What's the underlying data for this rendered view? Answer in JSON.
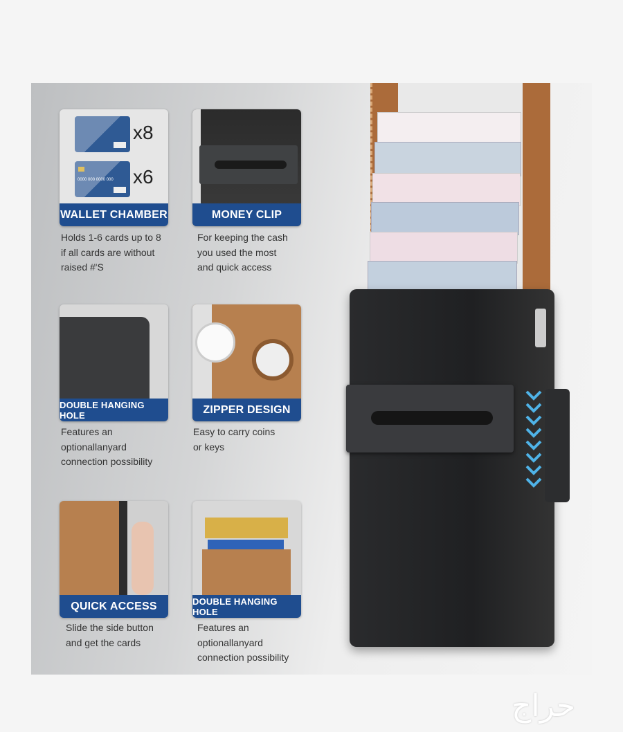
{
  "features": [
    {
      "title": "WALLET CHAMBER",
      "description": [
        "Holds 1-6 cards up to 8",
        "if all cards are without",
        "raised #'S"
      ]
    },
    {
      "title": "MONEY CLIP",
      "description": [
        "For keeping the cash",
        "you used the most",
        "and quick access"
      ]
    },
    {
      "title": "DOUBLE HANGING HOLE",
      "description": [
        "Features an",
        "optionallanyard",
        "connection possibility"
      ]
    },
    {
      "title": "ZIPPER DESIGN",
      "description": [
        "Easy to carry coins",
        "or keys"
      ]
    },
    {
      "title": "QUICK ACCESS",
      "description": [
        "Slide the side button",
        "and get the cards"
      ]
    },
    {
      "title": "DOUBLE HANGING HOLE",
      "description": [
        "Features an",
        "optionallanyard",
        "connection possibility"
      ]
    }
  ],
  "card_counts": {
    "plain": "x8",
    "embossed": "x6"
  },
  "card_number": "0000 000 0000 000",
  "watermark": "حراج",
  "colors": {
    "label_bar": "#1f4d8f",
    "wallet": "#2a2b2d",
    "leather": "#b7804f",
    "arrows": "#4fb3e8"
  }
}
